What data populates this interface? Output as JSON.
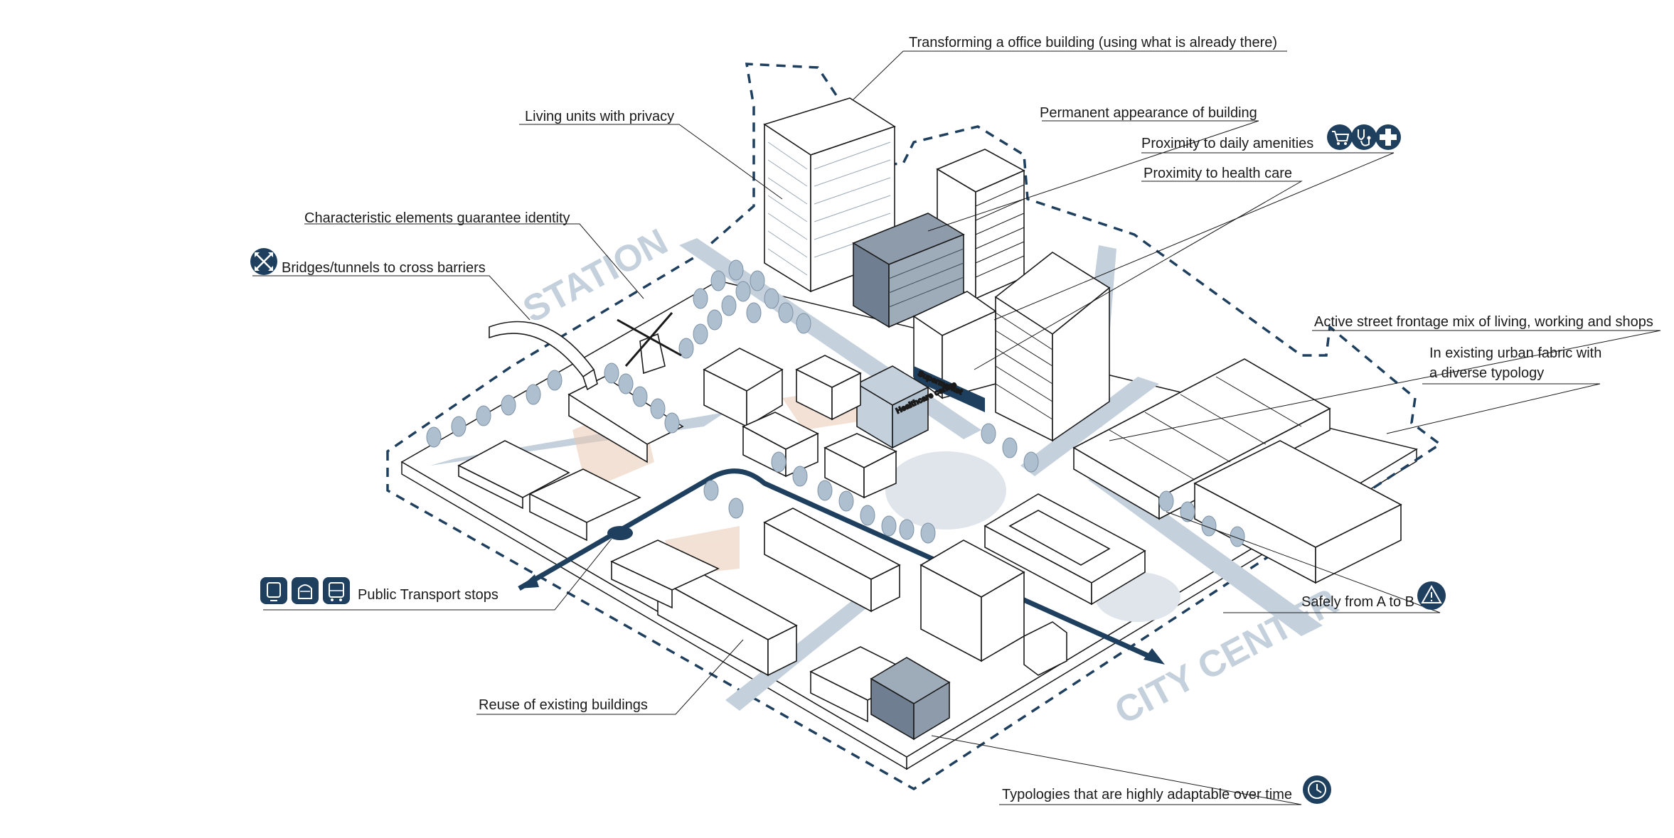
{
  "district_labels": {
    "station": "STATION",
    "city_center": "CITY CENTER"
  },
  "building_signs": {
    "supermarket": "Supermarket",
    "health_centre": "Healthcare centre"
  },
  "annotations": [
    {
      "id": "office-transform",
      "text": "Transforming a office building (using what is already there)"
    },
    {
      "id": "living-units",
      "text": "Living units with privacy"
    },
    {
      "id": "permanent-appearance",
      "text": "Permanent appearance of building"
    },
    {
      "id": "daily-amenities",
      "text": "Proximity to daily amenities",
      "icons": [
        "cart-icon",
        "stethoscope-icon",
        "cross-icon"
      ]
    },
    {
      "id": "health-care",
      "text": "Proximity to health care"
    },
    {
      "id": "identity",
      "text": "Characteristic elements guarantee identity"
    },
    {
      "id": "bridges",
      "text": "Bridges/tunnels to cross barriers",
      "icons": [
        "crossing-arrows-icon"
      ]
    },
    {
      "id": "street-frontage",
      "text": "Active street frontage mix of living, working and shops"
    },
    {
      "id": "urban-fabric-1",
      "text": "In existing urban fabric with"
    },
    {
      "id": "urban-fabric-2",
      "text": "a diverse typology"
    },
    {
      "id": "transport",
      "text": "Public Transport stops",
      "icons": [
        "tram-icon",
        "train-icon",
        "bus-icon"
      ]
    },
    {
      "id": "safely",
      "text": "Safely from A to B",
      "icons": [
        "warning-icon"
      ]
    },
    {
      "id": "reuse",
      "text": "Reuse of existing buildings"
    },
    {
      "id": "adaptable",
      "text": "Typologies that are highly adaptable over time",
      "icons": [
        "clock-icon"
      ]
    }
  ],
  "colors": {
    "navy": "#1f3f5f",
    "light_blue": "#c4d1dc",
    "tree": "#aebfcf",
    "ink": "#1a1a1a",
    "sand": "#d9a07a"
  }
}
